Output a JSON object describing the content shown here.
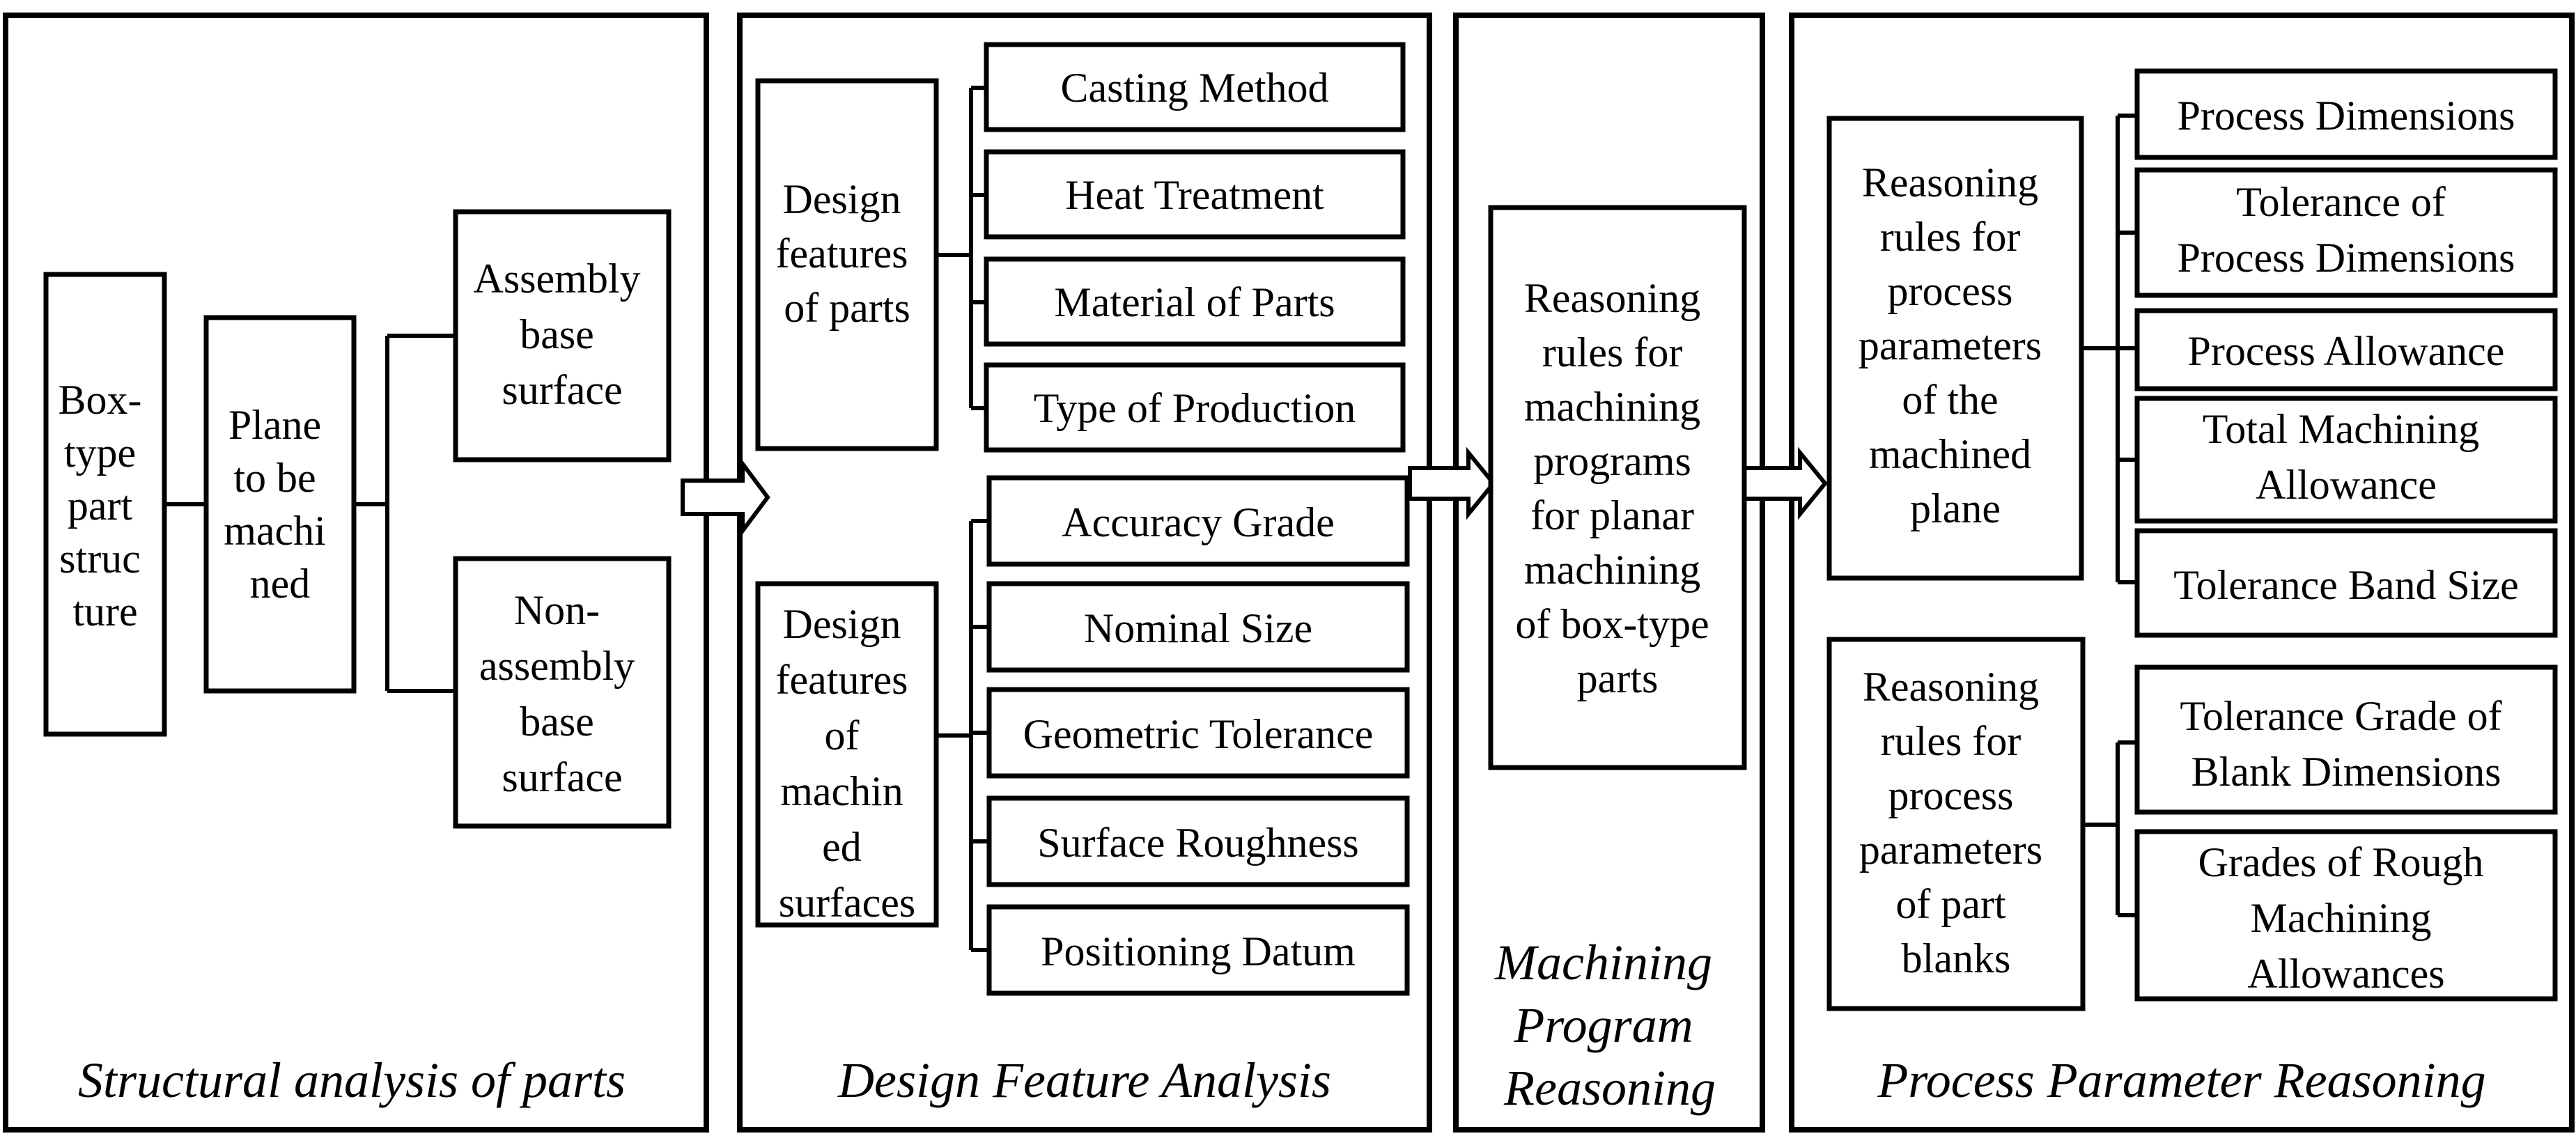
{
  "panels": {
    "structural": {
      "caption": "Structural analysis of parts",
      "box_type": [
        "Box-",
        "type",
        "part",
        "struc",
        "ture"
      ],
      "plane": [
        "Plane",
        "to be",
        "machi",
        "ned"
      ],
      "assembly": [
        "Assembly",
        "base",
        "surface"
      ],
      "non_assembly": [
        "Non-",
        "assembly",
        "base",
        "surface"
      ]
    },
    "design": {
      "caption": "Design Feature Analysis",
      "parts_group": [
        "Design",
        "features",
        "of parts"
      ],
      "parts_items": [
        "Casting Method",
        "Heat Treatment",
        "Material of Parts",
        "Type of Production"
      ],
      "surfaces_group": [
        "Design",
        "features",
        "of",
        "machin",
        "ed",
        "surfaces"
      ],
      "surfaces_items": [
        "Accuracy Grade",
        "Nominal Size",
        "Geometric Tolerance",
        "Surface Roughness",
        "Positioning Datum"
      ]
    },
    "program": {
      "caption": [
        "Machining",
        "Program",
        "Reasoning"
      ],
      "rules": [
        "Reasoning",
        "rules for",
        "machining",
        "programs",
        "for planar",
        "machining",
        "of box-type",
        "parts"
      ]
    },
    "process": {
      "caption": "Process Parameter Reasoning",
      "plane_rules": [
        "Reasoning",
        "rules for",
        "process",
        "parameters",
        "of the",
        "machined",
        "plane"
      ],
      "plane_items": [
        [
          "Process Dimensions"
        ],
        [
          "Tolerance of",
          "Process Dimensions"
        ],
        [
          "Process Allowance"
        ],
        [
          "Total Machining",
          "Allowance"
        ],
        [
          "Tolerance Band Size"
        ]
      ],
      "blank_rules": [
        "Reasoning",
        "rules for",
        "process",
        "parameters",
        "of part",
        "blanks"
      ],
      "blank_items": [
        [
          "Tolerance Grade of",
          "Blank Dimensions"
        ],
        [
          "Grades of Rough",
          "Machining",
          "Allowances"
        ]
      ]
    }
  }
}
